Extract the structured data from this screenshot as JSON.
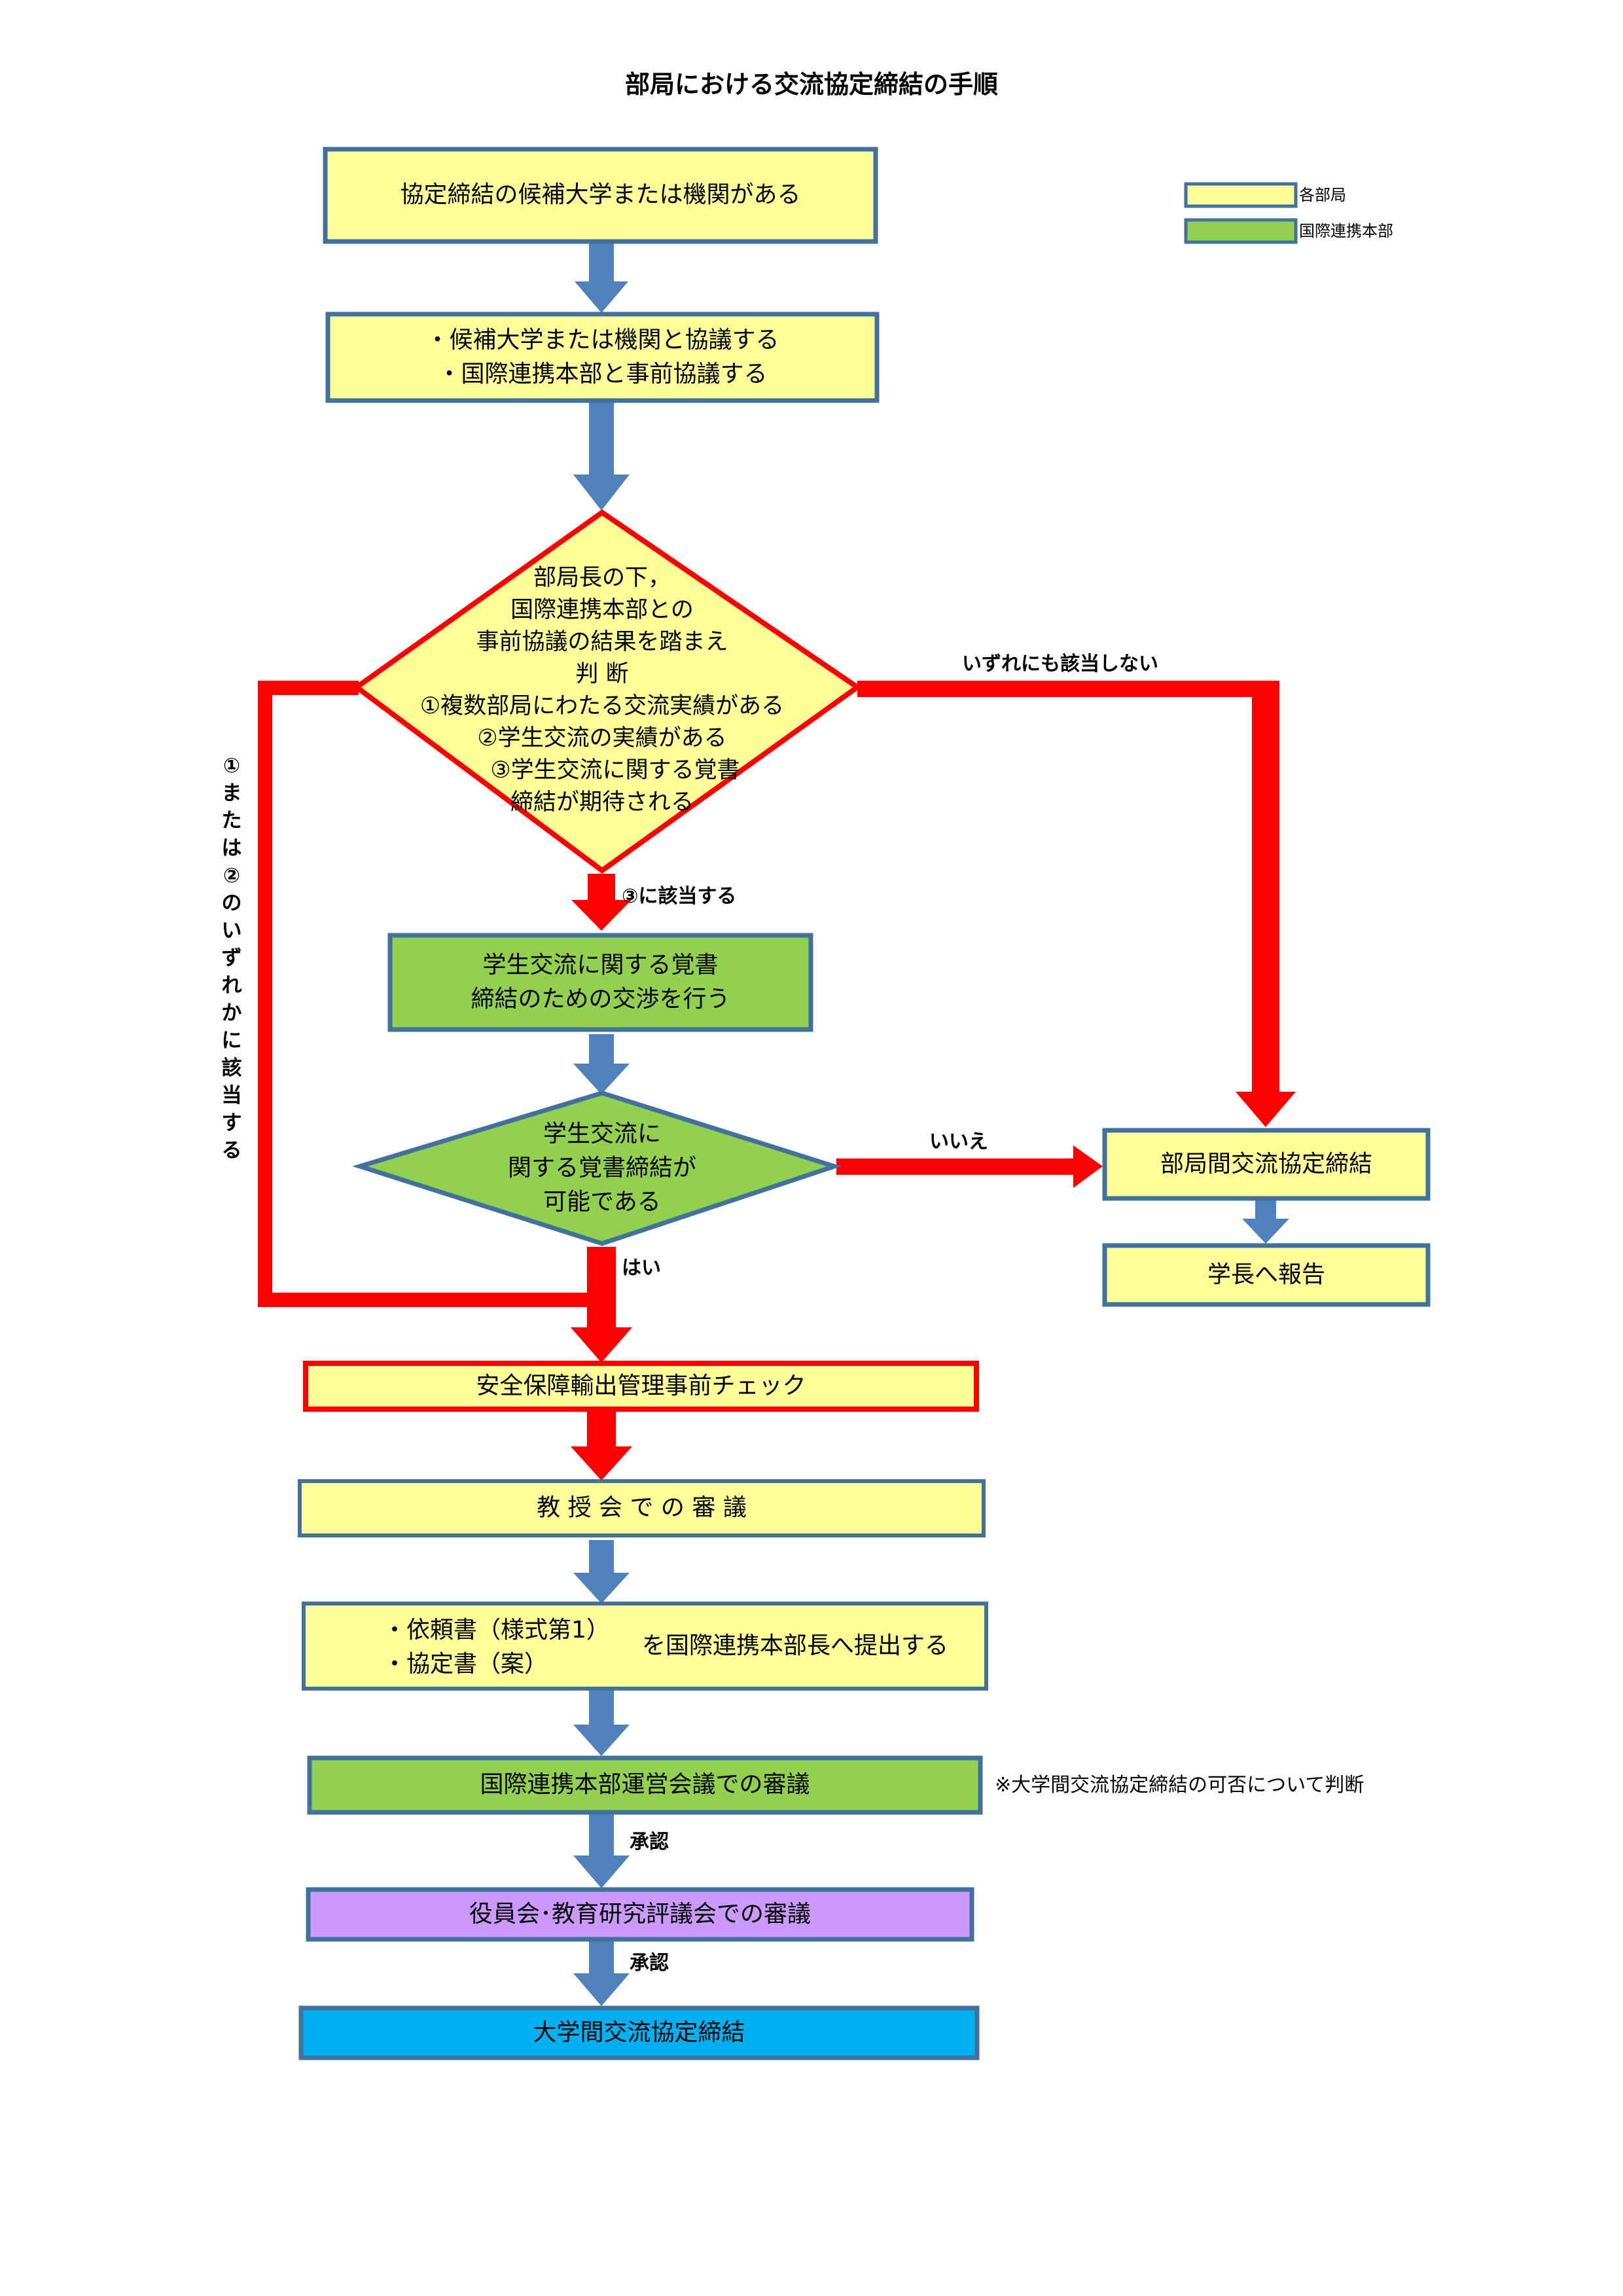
{
  "title": "部局における交流協定締結の手順",
  "legend": [
    {
      "label": "各部局",
      "color": "#FFFF99"
    },
    {
      "label": "国際連携本部",
      "color": "#92D050"
    }
  ],
  "colors": {
    "yellow": "#FFFF99",
    "green": "#92D050",
    "purple": "#CC99FF",
    "cyan": "#00B0F0",
    "box_border": "#41719C",
    "arrow_blue": "#4F81BD",
    "red": "#FF0000"
  },
  "steps": {
    "s1": "協定締結の候補大学または機関がある",
    "s2": [
      "・候補大学または機関と協議する",
      "・国際連携本部と事前協議する"
    ],
    "d1": [
      "部局長の下，",
      "国際連携本部との",
      "事前協議の結果を踏まえ",
      "判 断",
      "①複数部局にわたる交流実績がある",
      "②学生交流の実績がある",
      "③学生交流に関する覚書",
      "締結が期待される"
    ],
    "s3": [
      "学生交流に関する覚書",
      "締結のための交渉を行う"
    ],
    "d2": [
      "学生交流に",
      "関する覚書締結が",
      "可能である"
    ],
    "r1": "部局間交流協定締結",
    "r2": "学長へ報告",
    "s4": "安全保障輸出管理事前チェック",
    "s5": "教 授 会 で の 審 議",
    "s6_items": [
      "・依頼書（様式第1）",
      "・協定書（案）"
    ],
    "s6_text": "を国際連携本部長へ提出する",
    "s7": "国際連携本部運営会議での審議",
    "s7_note": "※大学間交流協定締結の可否について判断",
    "s8": "役員会･教育研究評議会での審議",
    "s9": "大学間交流協定締結"
  },
  "labels": {
    "none": "いずれにも該当しない",
    "only3": "③に該当する",
    "one_or_two": "①または②のいずれかに該当する",
    "no": "いいえ",
    "yes": "はい",
    "approve1": "承認",
    "approve2": "承認"
  }
}
